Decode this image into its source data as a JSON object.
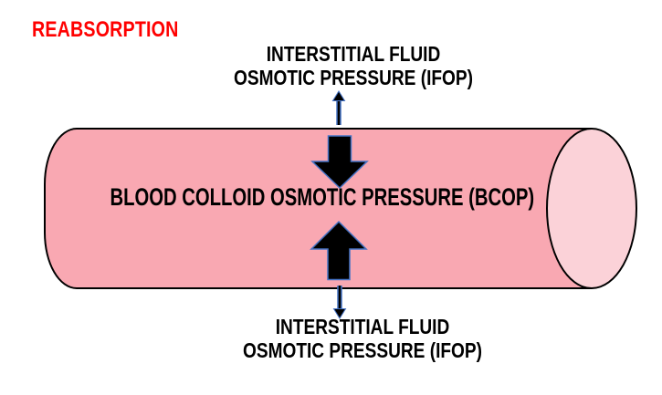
{
  "title": {
    "text": "REABSORPTION"
  },
  "top_label": {
    "line1": "INTERSTITIAL FLUID",
    "line2": "OSMOTIC PRESSURE (IFOP)"
  },
  "vessel_label": {
    "text": "BLOOD COLLOID OSMOTIC PRESSURE (BCOP)"
  },
  "bottom_label": {
    "line1": "INTERSTITIAL FLUID",
    "line2": "OSMOTIC PRESSURE (IFOP)"
  },
  "arrows": [
    {
      "name": "ifop-outward-arrow-top",
      "style": "thin",
      "direction": "up",
      "meaning": "interstitial fluid osmotic pressure acting outward at top of vessel"
    },
    {
      "name": "bcop-inward-arrow-top",
      "style": "bold",
      "direction": "down",
      "meaning": "blood colloid osmotic pressure pulling fluid into vessel from top"
    },
    {
      "name": "bcop-inward-arrow-bottom",
      "style": "bold",
      "direction": "up",
      "meaning": "blood colloid osmotic pressure pulling fluid into vessel from bottom"
    },
    {
      "name": "ifop-outward-arrow-bottom",
      "style": "thin",
      "direction": "down",
      "meaning": "interstitial fluid osmotic pressure acting outward at bottom of vessel"
    }
  ],
  "colors": {
    "title_red": "#FF0000",
    "text_black": "#000000",
    "background": "#FFFFFF",
    "vessel_fill": "#F9A8B2",
    "vessel_cap_fill": "#FBD2D8",
    "vessel_outline": "#000000",
    "bold_arrow_fill": "#000000",
    "bold_arrow_outline": "#4472C4",
    "thin_arrow_core": "#000000",
    "thin_arrow_edge": "#4472C4"
  }
}
